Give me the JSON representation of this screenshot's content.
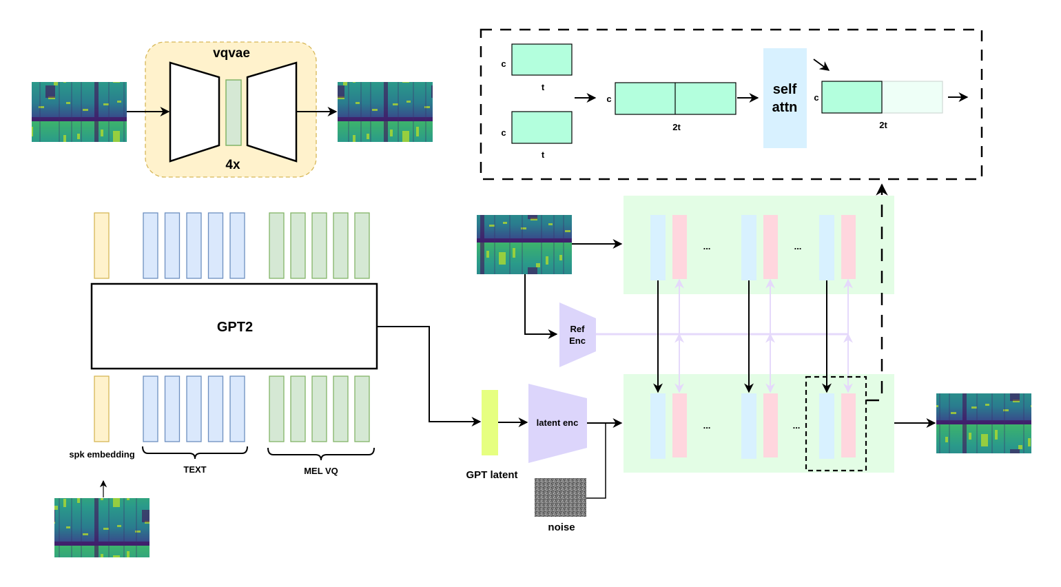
{
  "diagram": {
    "vqvae": {
      "title": "vqvae",
      "repeat_label": "4x"
    },
    "attention_detail": {
      "input_a": {
        "channel_label": "c",
        "time_label": "t"
      },
      "input_b": {
        "channel_label": "c",
        "time_label": "t"
      },
      "concat": {
        "channel_label": "c",
        "time_label": "2t"
      },
      "self_attn_label_line1": "self",
      "self_attn_label_line2": "attn",
      "output": {
        "channel_label": "c",
        "time_label": "2t"
      }
    },
    "gpt": {
      "title": "GPT2",
      "input_groups": {
        "speaker": "spk embedding",
        "text": "TEXT",
        "mel": "MEL VQ"
      },
      "text_token_count": 5,
      "mel_token_count": 5
    },
    "diffusion": {
      "ref_enc_line1": "Ref",
      "ref_enc_line2": "Enc",
      "gpt_latent_label": "GPT latent",
      "latent_enc_label": "latent enc",
      "noise_label": "noise",
      "ellipsis": "..."
    },
    "colors": {
      "vqvae_bg": "#fff2cc",
      "vqvae_border": "#d6b656",
      "speaker_token": "#fff2cc",
      "speaker_border": "#d6b656",
      "text_token": "#dae8fc",
      "text_border": "#6c8ebf",
      "mel_token": "#d5e8d4",
      "mel_border": "#82b366",
      "attn_block": "#b3ffdd",
      "attn_block_faded": "#eefff7",
      "self_attn": "#d8f1ff",
      "unet_bg": "#e3fde5",
      "unet_blue": "#d8f1ff",
      "unet_pink": "#ffd6de",
      "encoder_purple": "#dcd5fb",
      "gpt_latent": "#e6ff80",
      "ref_line": "#e5d9fb"
    }
  }
}
